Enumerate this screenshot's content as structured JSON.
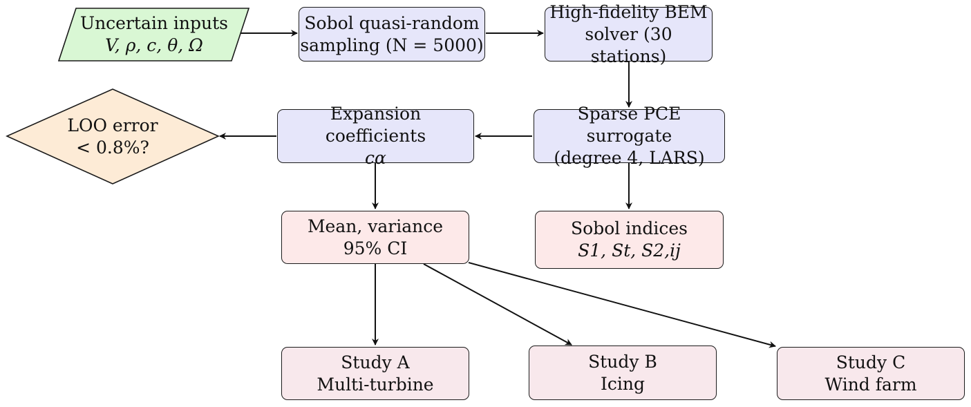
{
  "nodes": {
    "inputs": {
      "line1": "Uncertain inputs",
      "line2": "V, ρ, c, θ, Ω",
      "fill": "#d9f7d4"
    },
    "sampling": {
      "line1": "Sobol quasi-random",
      "line2": "sampling (N = 5000)"
    },
    "bem": {
      "line1": "High-fidelity BEM",
      "line2": "solver (30 stations)"
    },
    "pce": {
      "line1": "Sparse PCE surrogate",
      "line2": "(degree 4, LARS)"
    },
    "coefficients": {
      "line1": "Expansion coefficients",
      "line2": "cα"
    },
    "loo": {
      "line1": "LOO error",
      "line2": "< 0.8%?",
      "fill": "#fdebd6"
    },
    "mean": {
      "line1": "Mean, variance",
      "line2": "95% CI"
    },
    "sobol": {
      "line1": "Sobol indices",
      "line2": "S1, St, S2,ij"
    },
    "study_a": {
      "line1": "Study A",
      "line2": "Multi-turbine"
    },
    "study_b": {
      "line1": "Study B",
      "line2": "Icing"
    },
    "study_c": {
      "line1": "Study C",
      "line2": "Wind farm"
    }
  },
  "colors": {
    "process": "#e6e6fa",
    "result": "#fde9e9",
    "study": "#f8e8ec",
    "stroke": "#1a1a1a"
  }
}
